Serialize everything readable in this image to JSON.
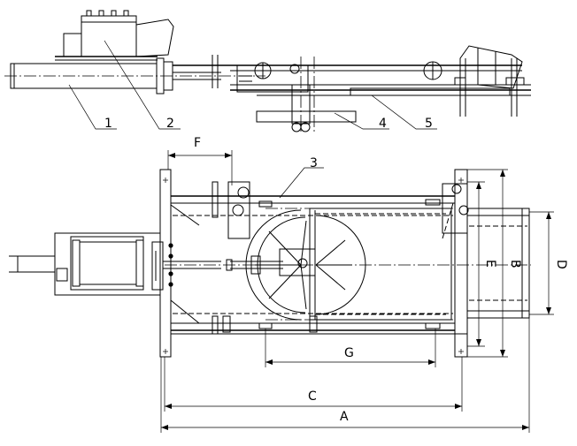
{
  "part_labels": {
    "p1": "1",
    "p2": "2",
    "p3": "3",
    "p4": "4",
    "p5": "5"
  },
  "dimension_labels": {
    "a": "A",
    "b": "B",
    "c": "C",
    "d": "D",
    "e": "E",
    "f": "F",
    "g": "G"
  },
  "colors": {
    "line": "#000000",
    "background": "#ffffff"
  }
}
